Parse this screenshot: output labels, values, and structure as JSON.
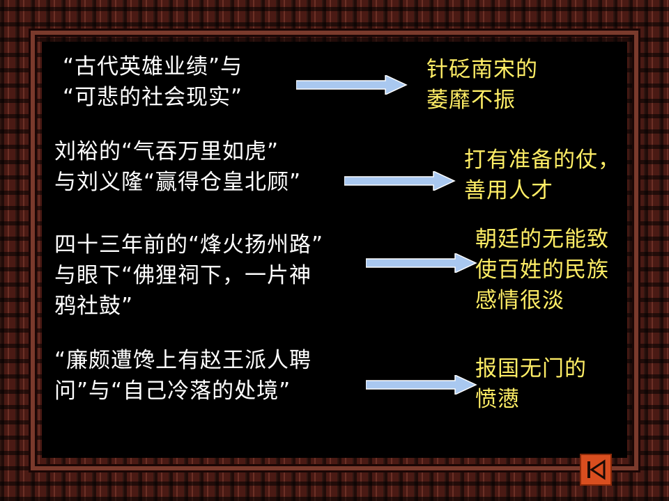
{
  "rows": [
    {
      "left": "“古代英雄业绩”与\n“可悲的社会现实”",
      "right": "针砭南宋的\n萎靡不振"
    },
    {
      "left": "刘裕的“气吞万里如虎”\n与刘义隆“赢得仓皇北顾”",
      "right": "打有准备的仗，\n善用人才"
    },
    {
      "left": "四十三年前的“烽火扬州路”\n与眼下“佛狸祠下，一片神\n鸦社鼓”",
      "right": "朝廷的无能致\n使百姓的民族\n感情很淡"
    },
    {
      "left": "“廉颇遭馋上有赵王派人聘\n问”与“自己冷落的处境”",
      "right": "报国无门的\n愤懑"
    }
  ],
  "colors": {
    "left_text": "#ffffff",
    "right_text": "#ffee66",
    "arrow": "#a9c8f0",
    "nav_button": "#d94e1f"
  },
  "nav": {
    "icon": "skip-back-icon"
  }
}
